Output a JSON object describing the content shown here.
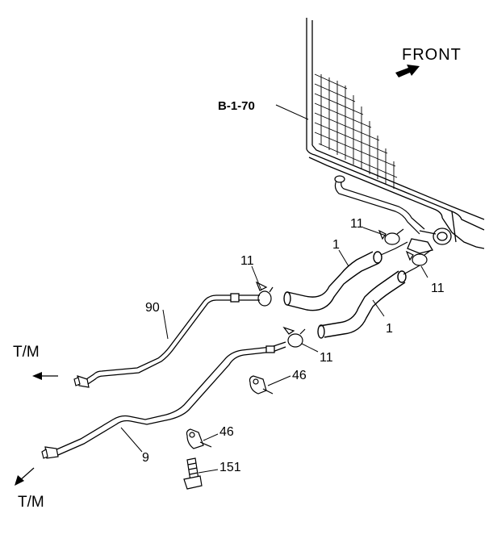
{
  "diagram": {
    "front_label": "FRONT",
    "reference_label": "B-1-70",
    "tm_label_upper": "T/M",
    "tm_label_lower": "T/M",
    "part_labels": {
      "hose_upper": "1",
      "hose_lower": "1",
      "clamp_top_right": "11",
      "clamp_right": "11",
      "clamp_upper_left": "11",
      "clamp_mid": "11",
      "pipe_upper": "90",
      "pipe_lower": "9",
      "clip_upper": "46",
      "clip_lower": "46",
      "bolt": "151"
    }
  }
}
